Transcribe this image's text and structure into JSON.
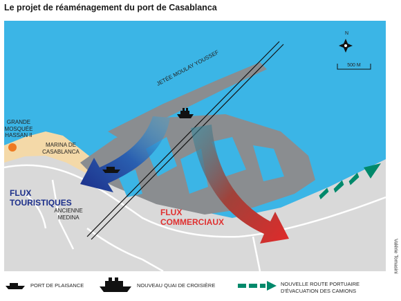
{
  "title": "Le projet de réaménagement du port de Casablanca",
  "compass": {
    "north": "N"
  },
  "scale": {
    "label": "500 M"
  },
  "labels": {
    "jetee": "JETÉE MOULAY YOUSSEF",
    "mosque": "GRANDE MOSQUÉE HASSAN II",
    "marina": "MARINA DE CASABLANCA",
    "medina": "ANCIENNE MEDINA"
  },
  "flux": {
    "tourist": "FLUX TOURISTIQUES",
    "commercial": "FLUX COMMERCIAUX"
  },
  "credit": "Valérie Tomasini",
  "legend": {
    "marina_port": "PORT DE PLAISANCE",
    "cruise_quay": "NOUVEAU QUAI DE CROISIÈRE",
    "truck_route": "NOUVELLE ROUTE PORTUAIRE D'ÉVACUATION DES CAMIONS"
  },
  "colors": {
    "sea": "#3bb5e6",
    "land": "#d9d9d9",
    "port": "#8a8d90",
    "marina_zone": "#f4d9a8",
    "mosque": "#ee7a22",
    "tourist_flux": "#1c2f8a",
    "commercial_flux": "#e03030",
    "truck_route": "#00896b"
  }
}
